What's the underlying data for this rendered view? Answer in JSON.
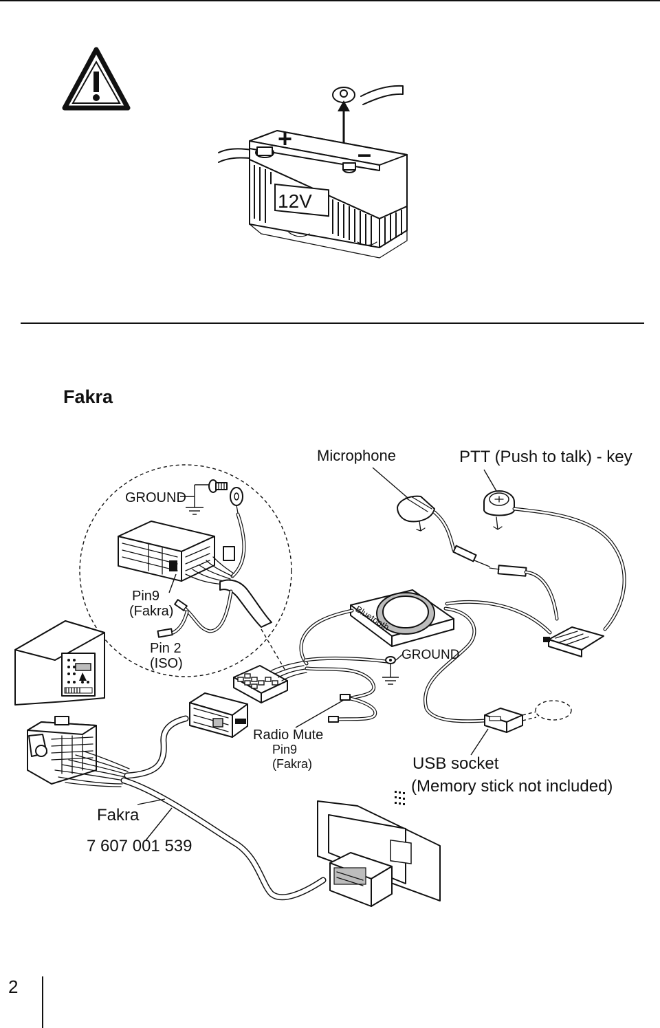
{
  "battery": {
    "voltage_label": "12V",
    "plus_sign": "+",
    "minus_sign": "–"
  },
  "section_title": "Fakra",
  "labels": {
    "microphone": "Microphone",
    "ptt": "PTT (Push to talk) - key",
    "ground_top": "GROUND",
    "pin9_line1": "Pin9",
    "pin9_line2": "(Fakra)",
    "pin2_line1": "Pin 2",
    "pin2_line2": "(ISO)",
    "bluetooth": "Bluetooth",
    "ground_box": "GROUND",
    "radio_mute": "Radio Mute",
    "radio_mute_pin": "Pin9",
    "radio_mute_fakra": "(Fakra)",
    "usb_socket": "USB socket",
    "usb_note": "(Memory stick not included)",
    "fakra_bottom": "Fakra",
    "part_number": "7 607 001 539"
  },
  "page_number": "2"
}
